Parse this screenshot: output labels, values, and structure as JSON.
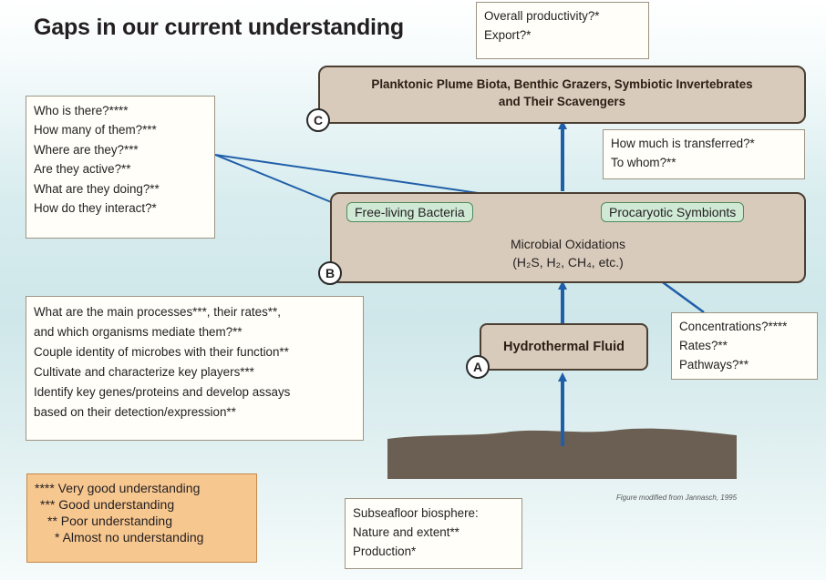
{
  "title": "Gaps in our current understanding",
  "top_box": [
    "Overall productivity?*",
    "Export?*"
  ],
  "level_c": {
    "marker": "C",
    "line1": "Planktonic Plume Biota, Benthic Grazers, Symbiotic Invertebrates",
    "line2": "and Their Scavengers"
  },
  "transfer_box": [
    "How much is transferred?*",
    "To whom?**"
  ],
  "who_box": [
    "Who is there?****",
    "How many of them?***",
    "Where are they?***",
    "Are they active?**",
    "What are they doing?**",
    "How do they interact?*"
  ],
  "level_b": {
    "marker": "B",
    "chip_left": "Free-living Bacteria",
    "chip_right": "Procaryotic Symbionts",
    "label": "Microbial Oxidations",
    "formula": "(H₂S, H₂, CH₄, etc.)"
  },
  "process_box": [
    "What are the main processes***, their rates**,",
    "and which organisms mediate them?**",
    "Couple identity of microbes with their function**",
    "Cultivate and characterize key players***",
    "Identify key genes/proteins and develop assays",
    "based on their detection/expression**"
  ],
  "level_a": {
    "marker": "A",
    "label": "Hydrothermal Fluid"
  },
  "conc_box": [
    "Concentrations?****",
    "Rates?**",
    "Pathways?**"
  ],
  "credit": "Figure modified from Jannasch, 1995",
  "legend": [
    "**** Very good understanding",
    "*** Good understanding",
    "** Poor understanding",
    "* Almost no understanding"
  ],
  "subsea_box": [
    "Subseafloor biosphere:",
    "Nature and extent**",
    "Production*"
  ],
  "colors": {
    "arrow": "#1f5fa9",
    "main_fill": "#d9cbbb",
    "chip_fill": "#cfe9d4",
    "legend_fill": "#f7c790",
    "seafloor": "#6b5e52"
  }
}
